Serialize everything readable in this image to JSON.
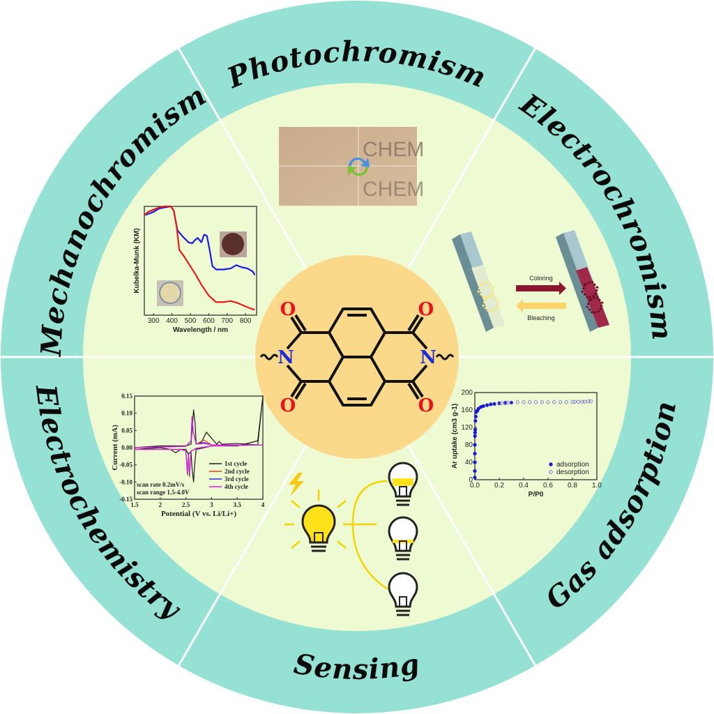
{
  "sectors": {
    "top": "Photochromism",
    "upper_left": "Mechanochromism",
    "upper_right": "Electrochromism",
    "lower_left": "Electrochemistry",
    "lower_right": "Gas adsorption",
    "bottom": "Sensing"
  },
  "colors": {
    "outer_ring": "#95e1d3",
    "inner_ring": "#eefad2",
    "center": "#fbd98b",
    "oxygen": "#e8131c",
    "nitrogen": "#1c2bd6"
  },
  "molecule": {
    "O": "O",
    "N": "N"
  },
  "photochromism": {
    "text": "CHEM",
    "icon": "refresh-cycle-icon"
  },
  "electrochromism": {
    "coloring": "Coloring",
    "bleaching": "Bleaching"
  },
  "sensing": {
    "icon": "lightning-bulb-icon"
  },
  "chart_data": [
    {
      "id": "km",
      "type": "line",
      "title": "",
      "xlabel": "Wavelength / nm",
      "ylabel": "Kubelka-Munk (KM)",
      "xlim": [
        250,
        860
      ],
      "ylim": [
        0,
        1
      ],
      "xticks": [
        300,
        400,
        500,
        600,
        700,
        800
      ],
      "series": [
        {
          "name": "blue",
          "color": "#1a1ae0",
          "x": [
            250,
            270,
            300,
            330,
            360,
            395,
            410,
            430,
            460,
            490,
            510,
            525,
            540,
            560,
            575,
            590,
            605,
            620,
            640,
            680,
            720,
            750,
            780,
            810,
            840,
            850
          ],
          "y": [
            0.92,
            0.93,
            0.95,
            0.98,
            0.99,
            1.0,
            0.96,
            0.78,
            0.72,
            0.67,
            0.66,
            0.69,
            0.71,
            0.67,
            0.74,
            0.73,
            0.6,
            0.45,
            0.42,
            0.42,
            0.43,
            0.46,
            0.44,
            0.43,
            0.4,
            0.37
          ]
        },
        {
          "name": "red",
          "color": "#e81919",
          "x": [
            250,
            270,
            300,
            330,
            360,
            395,
            410,
            425,
            440,
            470,
            500,
            530,
            560,
            600,
            640,
            680,
            720,
            760,
            800,
            830,
            850
          ],
          "y": [
            0.92,
            0.95,
            0.97,
            0.99,
            1.0,
            1.0,
            0.96,
            0.82,
            0.6,
            0.53,
            0.45,
            0.37,
            0.28,
            0.18,
            0.12,
            0.12,
            0.13,
            0.11,
            0.08,
            0.06,
            0.05
          ]
        }
      ]
    },
    {
      "id": "cv",
      "type": "line",
      "title": "",
      "xlabel": "Potential (V vs. Li/Li+)",
      "ylabel": "Current (mA)",
      "xlim": [
        1.5,
        4.0
      ],
      "ylim": [
        -0.15,
        0.15
      ],
      "xticks": [
        1.5,
        2.0,
        2.5,
        3.0,
        3.5,
        4.0
      ],
      "yticks": [
        -0.15,
        -0.1,
        -0.05,
        0.0,
        0.05,
        0.1,
        0.15
      ],
      "ytick_labels": [
        "-0.15",
        "-0.10",
        "-0.05",
        "0.00",
        "0.05",
        "0.10",
        "0.15"
      ],
      "annotations": [
        "scan rate  0.2mV/s",
        "scan range 1.5-4.0V"
      ],
      "series": [
        {
          "name": "1st cycle",
          "color": "#1a1a1a",
          "x": [
            1.5,
            2.0,
            2.2,
            2.3,
            2.4,
            2.5,
            2.55,
            2.6,
            2.62,
            2.65,
            2.67,
            2.7,
            2.8,
            3.0,
            3.5,
            3.9,
            4.0,
            3.9,
            3.5,
            3.2,
            3.15,
            3.1,
            2.9,
            2.85,
            2.8,
            2.7,
            2.68,
            2.65,
            2.62,
            2.6,
            2.5,
            2.0,
            1.5
          ],
          "y": [
            -0.005,
            0,
            -0.005,
            -0.015,
            -0.005,
            -0.005,
            -0.02,
            -0.01,
            -0.06,
            -0.1,
            -0.05,
            -0.005,
            -0.002,
            0.005,
            0.005,
            0.02,
            0.15,
            0.008,
            0.012,
            0.01,
            0.018,
            0.01,
            0.045,
            0.03,
            0.015,
            0.01,
            0.07,
            0.11,
            0.05,
            0.01,
            0.005,
            0.005,
            0.0
          ]
        },
        {
          "name": "2nd cycle",
          "color": "#e83a1a",
          "x": [
            1.5,
            2.4,
            2.5,
            2.53,
            2.55,
            2.57,
            2.6,
            2.7,
            3.0,
            4.0,
            3.0,
            2.85,
            2.7,
            2.64,
            2.62,
            2.6,
            2.5,
            1.5
          ],
          "y": [
            -0.005,
            -0.005,
            -0.01,
            -0.08,
            -0.02,
            -0.085,
            -0.01,
            -0.002,
            0.005,
            0.008,
            0.008,
            0.022,
            0.01,
            0.05,
            0.09,
            0.02,
            0.004,
            0.0
          ]
        },
        {
          "name": "3rd cycle",
          "color": "#2a2ae0",
          "x": [
            1.5,
            2.4,
            2.5,
            2.53,
            2.55,
            2.57,
            2.6,
            2.7,
            3.0,
            4.0,
            3.0,
            2.85,
            2.7,
            2.64,
            2.62,
            2.6,
            2.5,
            1.5
          ],
          "y": [
            -0.005,
            -0.005,
            -0.01,
            -0.075,
            -0.02,
            -0.08,
            -0.01,
            -0.002,
            0.005,
            0.008,
            0.008,
            0.015,
            0.01,
            0.05,
            0.085,
            0.02,
            0.004,
            0.0
          ]
        },
        {
          "name": "4th cycle",
          "color": "#e020e0",
          "x": [
            1.5,
            2.4,
            2.5,
            2.53,
            2.55,
            2.57,
            2.6,
            2.7,
            3.0,
            4.0,
            3.0,
            2.85,
            2.7,
            2.64,
            2.62,
            2.6,
            2.5,
            1.5
          ],
          "y": [
            -0.005,
            -0.005,
            -0.01,
            -0.07,
            -0.02,
            -0.075,
            -0.01,
            -0.002,
            0.005,
            0.008,
            0.008,
            0.012,
            0.01,
            0.05,
            0.09,
            0.02,
            0.004,
            0.0
          ]
        }
      ]
    },
    {
      "id": "gas",
      "type": "scatter",
      "title": "",
      "xlabel": "P/P0",
      "ylabel": "Ar uptake (cm3 g-1)",
      "xlim": [
        0,
        1.0
      ],
      "ylim": [
        0,
        200
      ],
      "xticks": [
        0.0,
        0.2,
        0.4,
        0.6,
        0.8,
        1.0
      ],
      "xtick_labels": [
        "0.0",
        "0.2",
        "0.4",
        "0.6",
        "0.8",
        "1.0"
      ],
      "yticks": [
        0,
        40,
        80,
        120,
        160,
        200
      ],
      "series": [
        {
          "name": "adsorption",
          "color": "#1a1ad0",
          "filled": true,
          "x": [
            0.0,
            0.0,
            0.0,
            0.0,
            0.0,
            0.001,
            0.002,
            0.003,
            0.005,
            0.008,
            0.01,
            0.02,
            0.03,
            0.05,
            0.07,
            0.1,
            0.13,
            0.16,
            0.2,
            0.25,
            0.3
          ],
          "y": [
            5,
            20,
            40,
            60,
            80,
            100,
            108,
            115,
            135,
            145,
            155,
            158,
            163,
            167,
            169,
            171,
            173,
            174,
            175,
            176,
            177
          ]
        },
        {
          "name": "desorption",
          "color": "#6a6ad8",
          "filled": false,
          "x": [
            0.95,
            0.93,
            0.9,
            0.88,
            0.85,
            0.82,
            0.8,
            0.75,
            0.7,
            0.65,
            0.6,
            0.55,
            0.5,
            0.45,
            0.4,
            0.35,
            0.3,
            0.27,
            0.25,
            0.22,
            0.2
          ],
          "y": [
            180,
            180,
            179,
            179,
            179,
            179,
            178,
            178,
            178,
            178,
            178,
            178,
            178,
            178,
            178,
            178,
            177,
            177,
            177,
            176,
            176
          ]
        }
      ]
    }
  ]
}
